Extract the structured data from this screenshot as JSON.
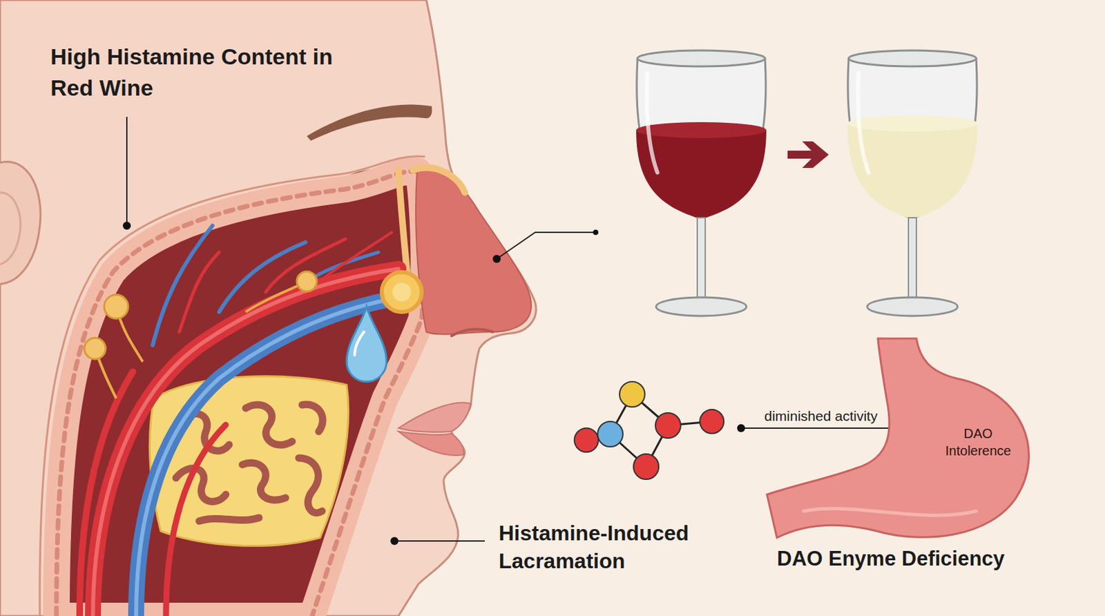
{
  "diagram": {
    "nodes": [
      {
        "text": [
          "DAO Intolerence",
          "DAO Enyme Deficiency"
        ]
      }
    ],
    "labels": [
      "High Histamine Content in Red Wine",
      "Histamine-Induced Lacramation",
      "diminished activity"
    ]
  }
}
